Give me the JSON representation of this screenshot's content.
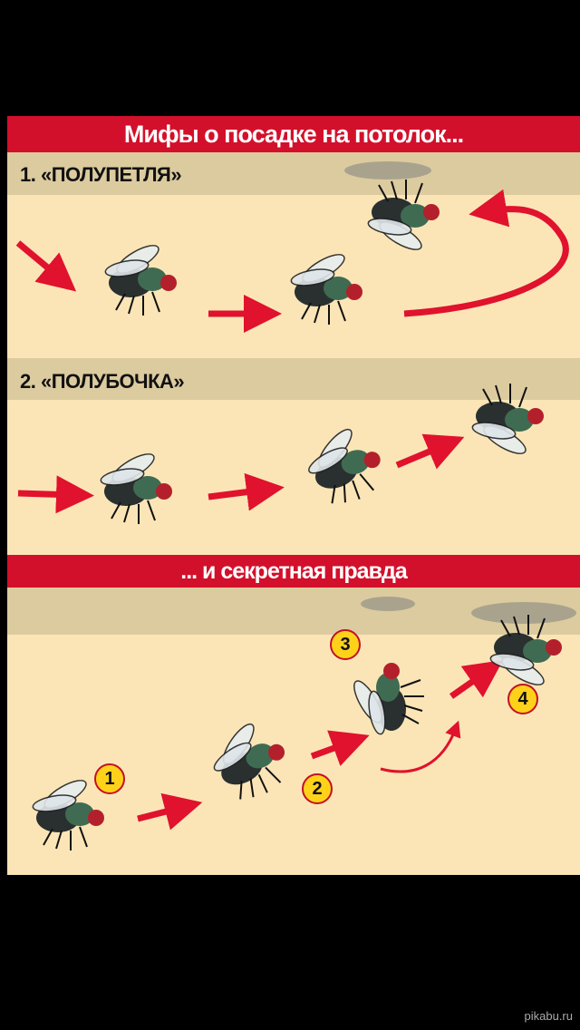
{
  "title": "Мифы о посадке на потолок...",
  "sections": [
    {
      "label": "1. «ПОЛУПЕТЛЯ»"
    },
    {
      "label": "2. «ПОЛУБОЧКА»"
    }
  ],
  "truth_title": "... и секретная правда",
  "steps": [
    "1",
    "2",
    "3",
    "4"
  ],
  "watermark": "pikabu.ru",
  "colors": {
    "red": "#d3102b",
    "cream": "#fbe5b6",
    "ceiling": "#dccb9f",
    "badge": "#ffd21a"
  }
}
